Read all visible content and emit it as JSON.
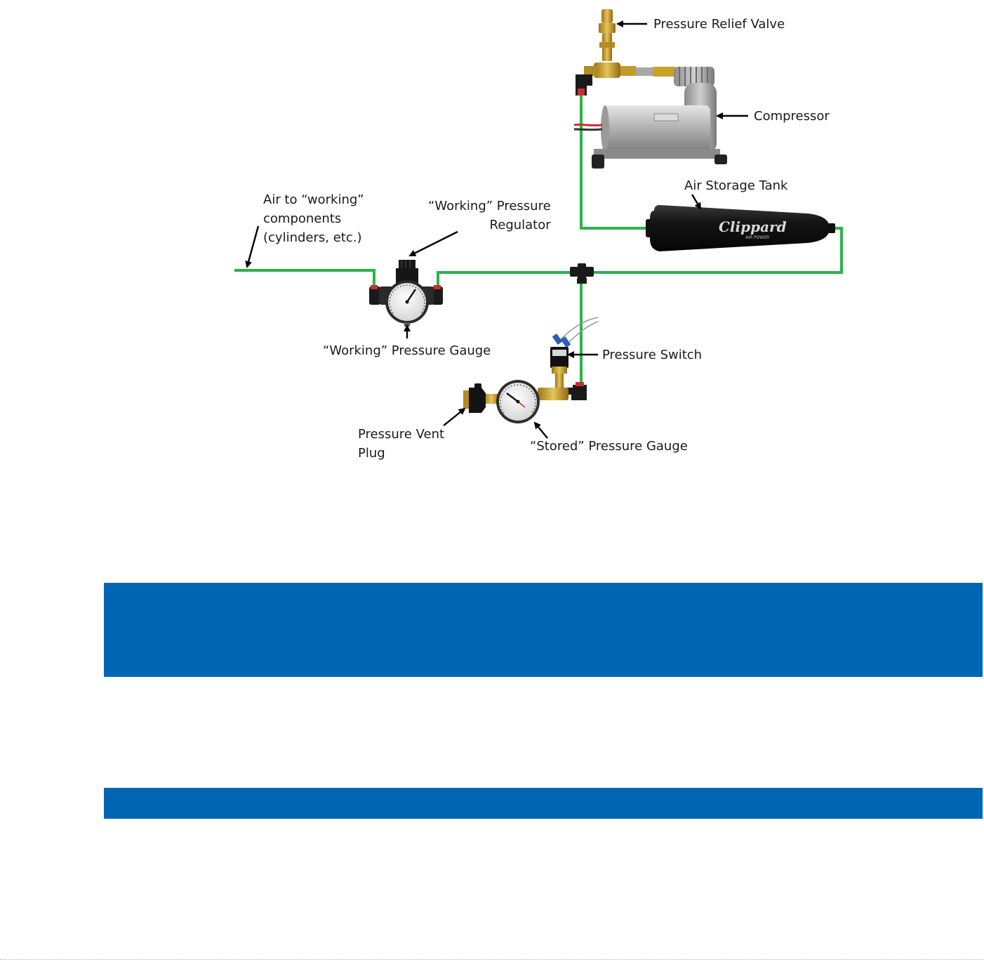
{
  "colors": {
    "air_line": "#2bb34a",
    "band": "#0066b3",
    "brass": "#c9a227",
    "fitting": "#1a1a1a",
    "metal": "#a9a9a9"
  },
  "labels": {
    "relief_valve": "Pressure Relief Valve",
    "compressor": "Compressor",
    "storage_tank": "Air Storage Tank",
    "air_working": [
      "Air to “working”",
      "components",
      "(cylinders, etc.)"
    ],
    "regulator": [
      "“Working” Pressure",
      "Regulator"
    ],
    "working_gauge": "“Working” Pressure Gauge",
    "pressure_switch": "Pressure Switch",
    "vent_plug": [
      "Pressure Vent",
      "Plug"
    ],
    "stored_gauge": "“Stored” Pressure Gauge",
    "tank_brand": "Clippard",
    "tank_subbrand": "AIR POWER"
  }
}
